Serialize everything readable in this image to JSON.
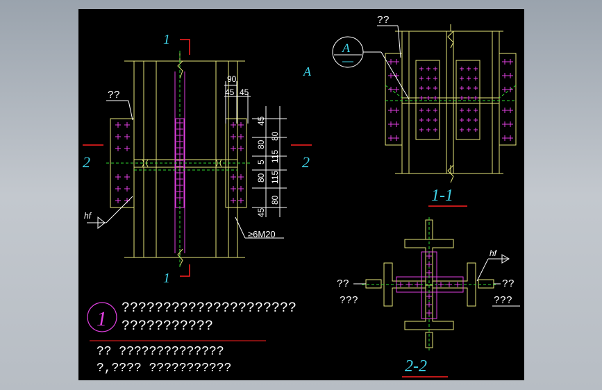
{
  "colors": {
    "canvas": "#000000",
    "yellow": "#e6e67a",
    "magenta": "#e040e0",
    "green": "#2fd82f",
    "cyan": "#3fd3e8",
    "red": "#ff2020",
    "white": "#ffffff"
  },
  "main_view": {
    "section_mark_top": "1",
    "section_mark_bottom": "1",
    "section_mark_left": "2",
    "section_mark_right": "2",
    "detail_ref": "A",
    "plate_label": "??",
    "weld_symbol": "hf",
    "dim_top_total": "90",
    "dim_top_a": "45",
    "dim_top_b": "45",
    "dim_v": [
      "45",
      "80",
      "5",
      "80",
      "45"
    ],
    "dim_v_outer": [
      "80",
      "115",
      "115",
      "80"
    ],
    "bolt_note": "≥6M20"
  },
  "section_1_1": {
    "title": "1-1",
    "label": "??",
    "detail_bubble": "A"
  },
  "section_2_2": {
    "title": "2-2",
    "weld_symbol": "hf",
    "left_label": "??",
    "right_label": "??",
    "right_label_2": "???",
    "left_label_2": "???"
  },
  "notes": {
    "badge": "1",
    "line1": "?????????????????????",
    "line2": "???????????",
    "line3": "?? ??????????????",
    "line4": "?,???? ???????????"
  }
}
